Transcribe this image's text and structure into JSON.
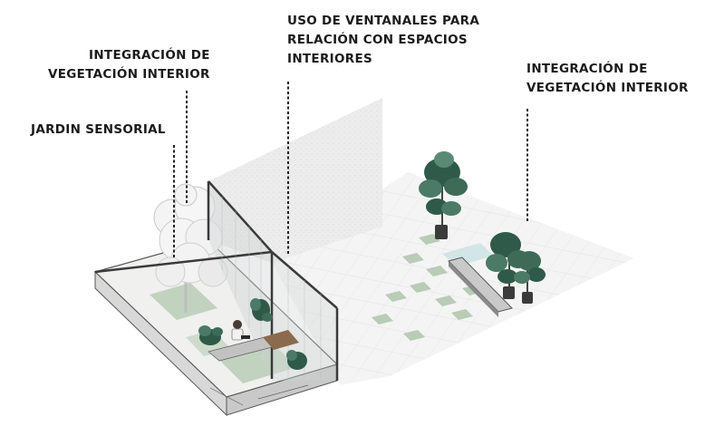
{
  "annotations": {
    "vegetacion_left": {
      "line1": "INTEGRACIÓN DE",
      "line2": "VEGETACIÓN INTERIOR"
    },
    "jardin": {
      "line1": "JARDIN SENSORIAL"
    },
    "ventanales": {
      "line1": "USO DE VENTANALES PARA",
      "line2": "RELACIÓN CON ESPACIOS",
      "line3": "INTERIORES"
    },
    "vegetacion_right": {
      "line1": "INTEGRACIÓN DE",
      "line2": "VEGETACIÓN INTERIOR"
    }
  },
  "colors": {
    "label_text": "#1b1b1b",
    "leader_line": "#222222",
    "glass_frame": "#3a3a3a",
    "floor_green": "#b8ccb6",
    "plant_green": "#2f5a4a"
  }
}
